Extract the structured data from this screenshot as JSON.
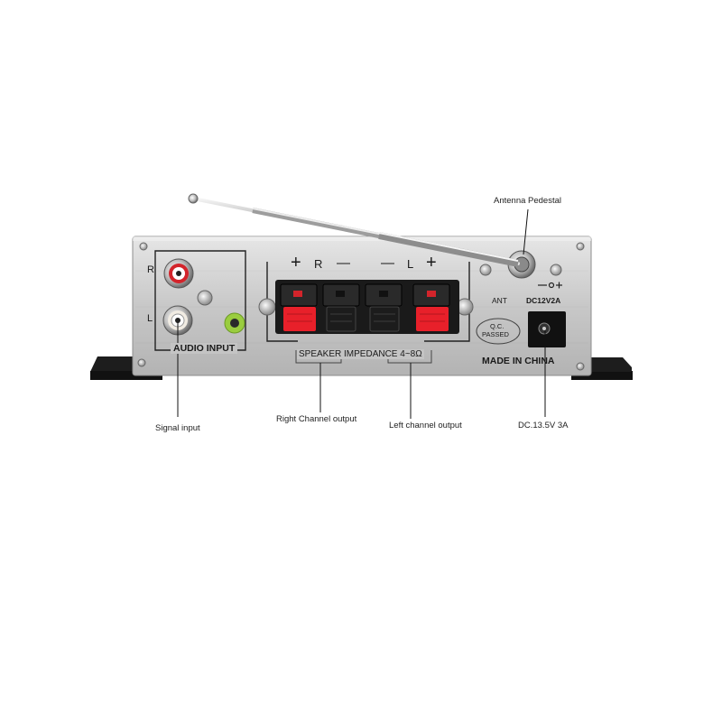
{
  "panel": {
    "jack_r": "R",
    "jack_l": "L",
    "audio_input": "AUDIO INPUT",
    "plus_left": "+",
    "r_channel": "R",
    "minus_r": "—",
    "minus_l": "—",
    "l_channel": "L",
    "plus_right": "+",
    "speaker_impedance": "SPEAKER IMPEDANCE 4~8Ω",
    "qc_line1": "Q.C.",
    "qc_line2": "PASSED",
    "ant": "ANT",
    "dc_rating": "DC12V2A",
    "made_in": "MADE IN CHINA"
  },
  "callouts": {
    "antenna": "Antenna Pedestal",
    "signal": "Signal input",
    "right_channel": "Right Channel output",
    "left_channel": "Left channel  output",
    "dc": "DC.13.5V 3A"
  },
  "colors": {
    "panel": "#c9c9c9",
    "red_terminal": "#e8202a",
    "black_terminal": "#1c1c1c",
    "green_jack": "#9acd3f",
    "red_rca": "#d3242b"
  }
}
